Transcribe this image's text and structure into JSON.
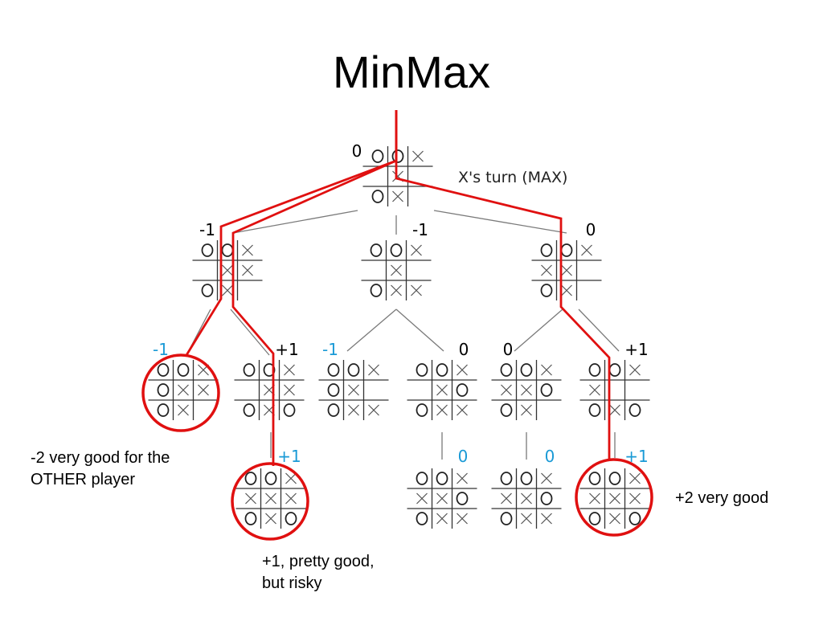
{
  "title": "MinMax",
  "turn_label": "X's turn (MAX)",
  "colors": {
    "highlight": "#e01010",
    "blue_value": "#1a9ad6",
    "edge": "#7a7a7a",
    "grid": "#333333"
  },
  "root": {
    "value": "0",
    "board": [
      "O",
      "O",
      "X",
      "",
      "X",
      "",
      "O",
      "X",
      ""
    ]
  },
  "level1": [
    {
      "value": "-1",
      "board": [
        "O",
        "O",
        "X",
        "",
        "X",
        "X",
        "O",
        "X",
        ""
      ]
    },
    {
      "value": "-1",
      "board": [
        "O",
        "O",
        "X",
        "",
        "X",
        "",
        "O",
        "X",
        "X"
      ]
    },
    {
      "value": "0",
      "board": [
        "O",
        "O",
        "X",
        "X",
        "X",
        "",
        "O",
        "X",
        ""
      ]
    }
  ],
  "level2": [
    {
      "value": "-1",
      "blue": true,
      "board": [
        "O",
        "O",
        "X",
        "O",
        "X",
        "X",
        "O",
        "X",
        ""
      ]
    },
    {
      "value": "+1",
      "blue": false,
      "board": [
        "O",
        "O",
        "X",
        "",
        "X",
        "X",
        "O",
        "X",
        "O"
      ]
    },
    {
      "value": "-1",
      "blue": true,
      "board": [
        "O",
        "O",
        "X",
        "O",
        "X",
        "",
        "O",
        "X",
        "X"
      ]
    },
    {
      "value": "0",
      "blue": false,
      "board": [
        "O",
        "O",
        "X",
        "",
        "X",
        "O",
        "O",
        "X",
        "X"
      ]
    },
    {
      "value": "0",
      "blue": false,
      "board": [
        "O",
        "O",
        "X",
        "X",
        "X",
        "O",
        "O",
        "X",
        ""
      ]
    },
    {
      "value": "+1",
      "blue": false,
      "board": [
        "O",
        "O",
        "X",
        "X",
        "",
        "",
        "O",
        "X",
        "O"
      ]
    }
  ],
  "level3": [
    {
      "value": "+1",
      "blue": true,
      "board": [
        "O",
        "O",
        "X",
        "X",
        "X",
        "X",
        "O",
        "X",
        "O"
      ]
    },
    {
      "value": "0",
      "blue": true,
      "board": [
        "O",
        "O",
        "X",
        "X",
        "X",
        "O",
        "O",
        "X",
        "X"
      ]
    },
    {
      "value": "0",
      "blue": true,
      "board": [
        "O",
        "O",
        "X",
        "X",
        "X",
        "O",
        "O",
        "X",
        "X"
      ]
    },
    {
      "value": "+1",
      "blue": true,
      "board": [
        "O",
        "O",
        "X",
        "X",
        "X",
        "X",
        "O",
        "X",
        "O"
      ]
    }
  ],
  "annotations": {
    "left": [
      "-2 very good for the",
      "OTHER player"
    ],
    "middle": [
      "+1, pretty good,",
      "but risky"
    ],
    "right": "+2 very good"
  }
}
